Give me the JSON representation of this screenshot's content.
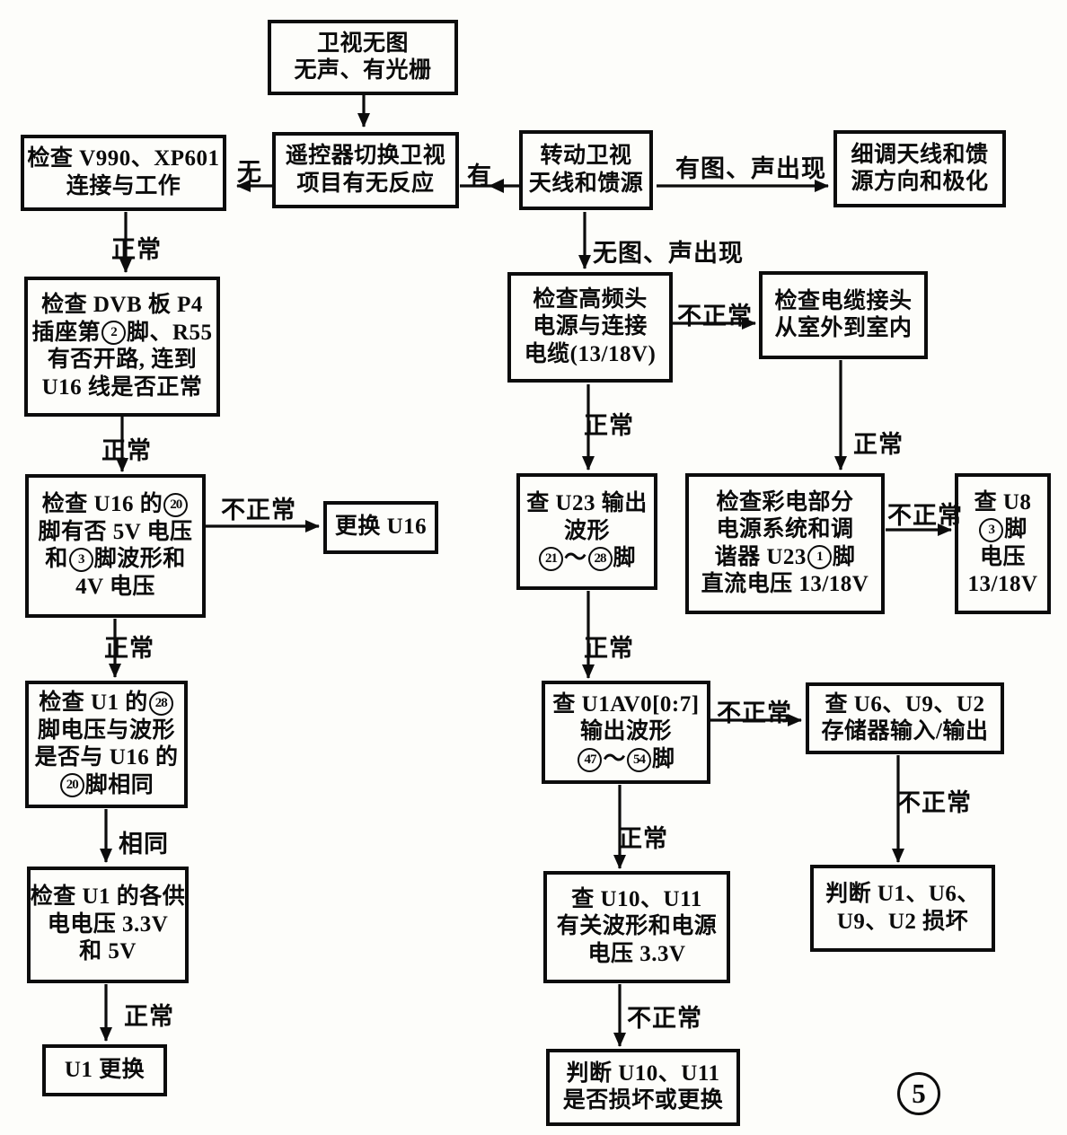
{
  "figure": {
    "number": "5"
  },
  "nodes": {
    "start": {
      "lines": [
        [
          {
            "t": "卫视无图"
          }
        ],
        [
          {
            "t": "无声、有光栅"
          }
        ]
      ]
    },
    "remote": {
      "lines": [
        [
          {
            "t": "遥控器切换卫视"
          }
        ],
        [
          {
            "t": "项目有无反应"
          }
        ]
      ]
    },
    "check_v990": {
      "lines": [
        [
          {
            "t": "检查 V990、XP601"
          }
        ],
        [
          {
            "t": "连接与工作"
          }
        ]
      ]
    },
    "check_dvb": {
      "lines": [
        [
          {
            "t": "检查 DVB 板 P4"
          }
        ],
        [
          {
            "t": "插座第"
          },
          {
            "c": "2"
          },
          {
            "t": "脚、R55"
          }
        ],
        [
          {
            "t": "有否开路, 连到"
          }
        ],
        [
          {
            "t": "U16 线是否正常"
          }
        ]
      ]
    },
    "check_u16": {
      "lines": [
        [
          {
            "t": "检查 U16 的"
          },
          {
            "c": "20"
          }
        ],
        [
          {
            "t": "脚有否 5V 电压"
          }
        ],
        [
          {
            "t": "和"
          },
          {
            "c": "3"
          },
          {
            "t": "脚波形和"
          }
        ],
        [
          {
            "t": "4V 电压"
          }
        ]
      ]
    },
    "replace_u16": {
      "lines": [
        [
          {
            "t": "更换 U16"
          }
        ]
      ]
    },
    "check_u1": {
      "lines": [
        [
          {
            "t": "检查 U1 的"
          },
          {
            "c": "28"
          }
        ],
        [
          {
            "t": "脚电压与波形"
          }
        ],
        [
          {
            "t": "是否与 U16 的"
          }
        ],
        [
          {
            "c": "20"
          },
          {
            "t": "脚相同"
          }
        ]
      ]
    },
    "check_u1_supply": {
      "lines": [
        [
          {
            "t": "检查 U1 的各供"
          }
        ],
        [
          {
            "t": "电电压 3.3V"
          }
        ],
        [
          {
            "t": "和 5V"
          }
        ]
      ]
    },
    "replace_u1": {
      "lines": [
        [
          {
            "t": "U1 更换"
          }
        ]
      ]
    },
    "rotate_antenna": {
      "lines": [
        [
          {
            "t": "转动卫视"
          }
        ],
        [
          {
            "t": "天线和馈源"
          }
        ]
      ]
    },
    "fine_tune": {
      "lines": [
        [
          {
            "t": "细调天线和馈"
          }
        ],
        [
          {
            "t": "源方向和极化"
          }
        ]
      ]
    },
    "check_lnb": {
      "lines": [
        [
          {
            "t": "检查高频头"
          }
        ],
        [
          {
            "t": "电源与连接"
          }
        ],
        [
          {
            "t": "电缆(13/18V)"
          }
        ]
      ]
    },
    "check_cable": {
      "lines": [
        [
          {
            "t": "检查电缆接头"
          }
        ],
        [
          {
            "t": "从室外到室内"
          }
        ]
      ]
    },
    "check_u23": {
      "lines": [
        [
          {
            "t": "查 U23 输出"
          }
        ],
        [
          {
            "t": "波形"
          }
        ],
        [
          {
            "c": "21"
          },
          {
            "t": "～"
          },
          {
            "c": "28"
          },
          {
            "t": "脚"
          }
        ]
      ]
    },
    "check_tv_power": {
      "lines": [
        [
          {
            "t": "检查彩电部分"
          }
        ],
        [
          {
            "t": "电源系统和调"
          }
        ],
        [
          {
            "t": "谐器 U23"
          },
          {
            "c": "1"
          },
          {
            "t": "脚"
          }
        ],
        [
          {
            "t": "直流电压 13/18V"
          }
        ]
      ]
    },
    "check_u8": {
      "lines": [
        [
          {
            "t": "查 U8"
          }
        ],
        [
          {
            "c": "3"
          },
          {
            "t": "脚"
          }
        ],
        [
          {
            "t": "电压"
          }
        ],
        [
          {
            "t": "13/18V"
          }
        ]
      ]
    },
    "check_u1av0": {
      "lines": [
        [
          {
            "t": "查 U1AV0[0:7]"
          }
        ],
        [
          {
            "t": "输出波形"
          }
        ],
        [
          {
            "c": "47"
          },
          {
            "t": "～"
          },
          {
            "c": "54"
          },
          {
            "t": "脚"
          }
        ]
      ]
    },
    "check_memory": {
      "lines": [
        [
          {
            "t": "查 U6、U9、U2"
          }
        ],
        [
          {
            "t": "存储器输入/输出"
          }
        ]
      ]
    },
    "check_u10u11": {
      "lines": [
        [
          {
            "t": "查 U10、U11"
          }
        ],
        [
          {
            "t": "有关波形和电源"
          }
        ],
        [
          {
            "t": "电压 3.3V"
          }
        ]
      ]
    },
    "judge_memory": {
      "lines": [
        [
          {
            "t": "判断 U1、U6、"
          }
        ],
        [
          {
            "t": "U9、U2 损坏"
          }
        ]
      ]
    },
    "judge_u10u11": {
      "lines": [
        [
          {
            "t": "判断 U10、U11"
          }
        ],
        [
          {
            "t": "是否损坏或更换"
          }
        ]
      ]
    }
  },
  "labels": {
    "no_response": "无",
    "has_response": "有",
    "normal_v990": "正常",
    "normal_dvb": "正常",
    "abnormal_u16": "不正常",
    "normal_u16": "正常",
    "same": "相同",
    "normal_supply": "正常",
    "pic_sound_appear": "有图、声出现",
    "no_pic_sound_appear": "无图、声出现",
    "abnormal_lnb": "不正常",
    "normal_lnb": "正常",
    "normal_cable": "正常",
    "abnormal_tv_power": "不正常",
    "normal_u23": "正常",
    "abnormal_u1av0": "不正常",
    "normal_u1av0": "正常",
    "abnormal_memory": "不正常",
    "abnormal_u10u11": "不正常"
  }
}
